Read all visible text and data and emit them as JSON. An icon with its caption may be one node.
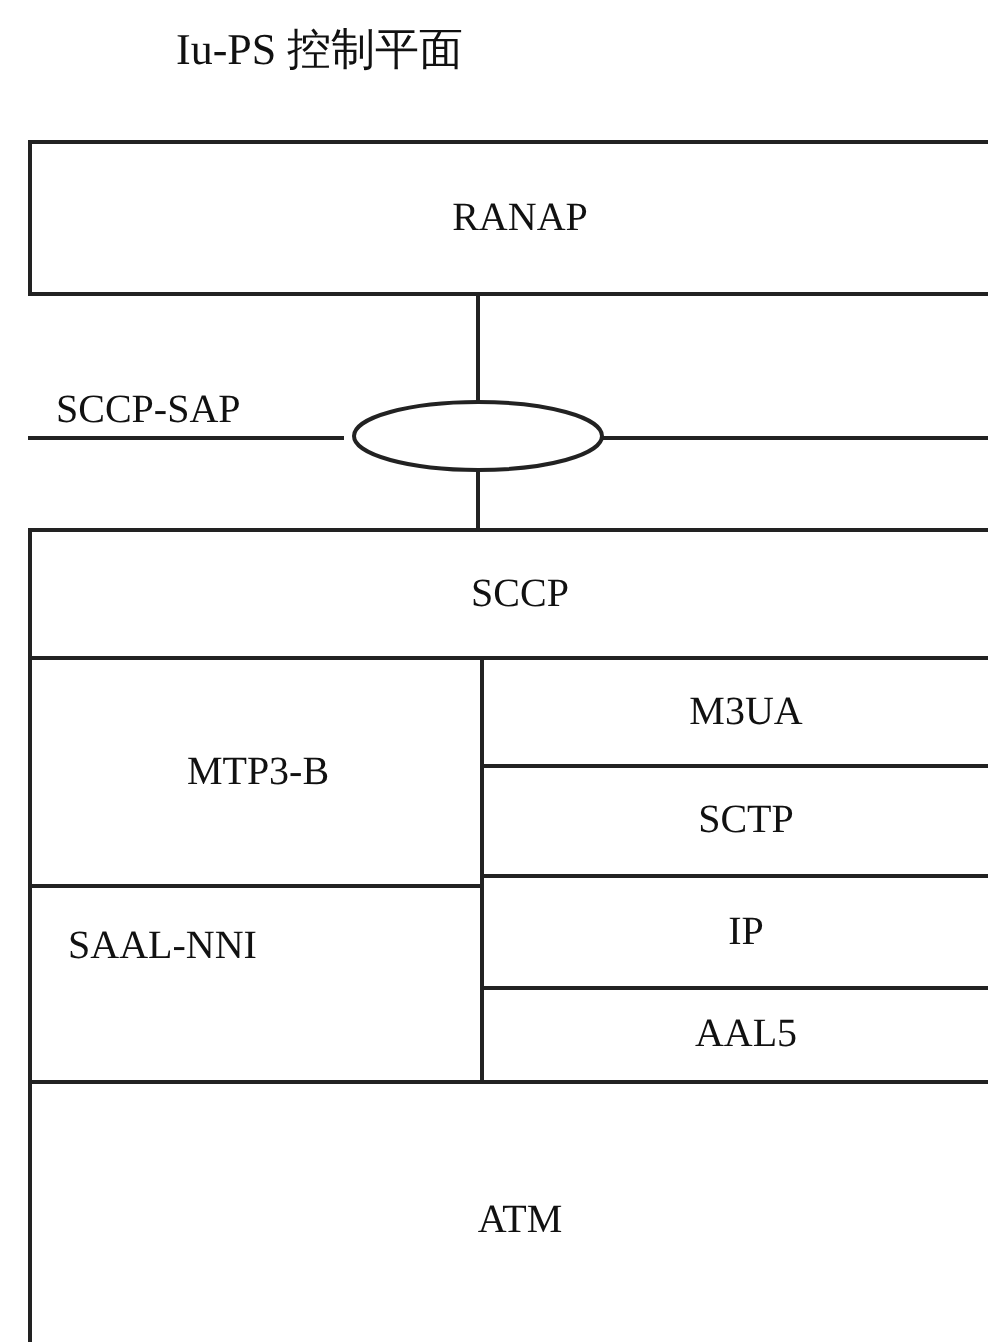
{
  "diagram": {
    "title": "Iu-PS 控制平面",
    "nodes": [
      {
        "text": [
          "RANAP"
        ]
      },
      {
        "text": [],
        "shape": "ellipse"
      },
      {
        "text": [
          "SCCP"
        ]
      },
      {
        "text": [
          "MTP3-B"
        ]
      },
      {
        "text": [
          "M3UA"
        ]
      },
      {
        "text": [
          "SCTP"
        ]
      },
      {
        "text": [
          "SAAL-NNI"
        ]
      },
      {
        "text": [
          "IP"
        ]
      },
      {
        "text": [
          "AAL5"
        ]
      },
      {
        "text": [
          "ATM"
        ]
      }
    ],
    "edges": [
      {
        "from": 0,
        "to": 1,
        "arrow": "none"
      },
      {
        "from": 1,
        "to": 2,
        "arrow": "none"
      }
    ],
    "labels": [
      "SCCP-SAP"
    ]
  }
}
